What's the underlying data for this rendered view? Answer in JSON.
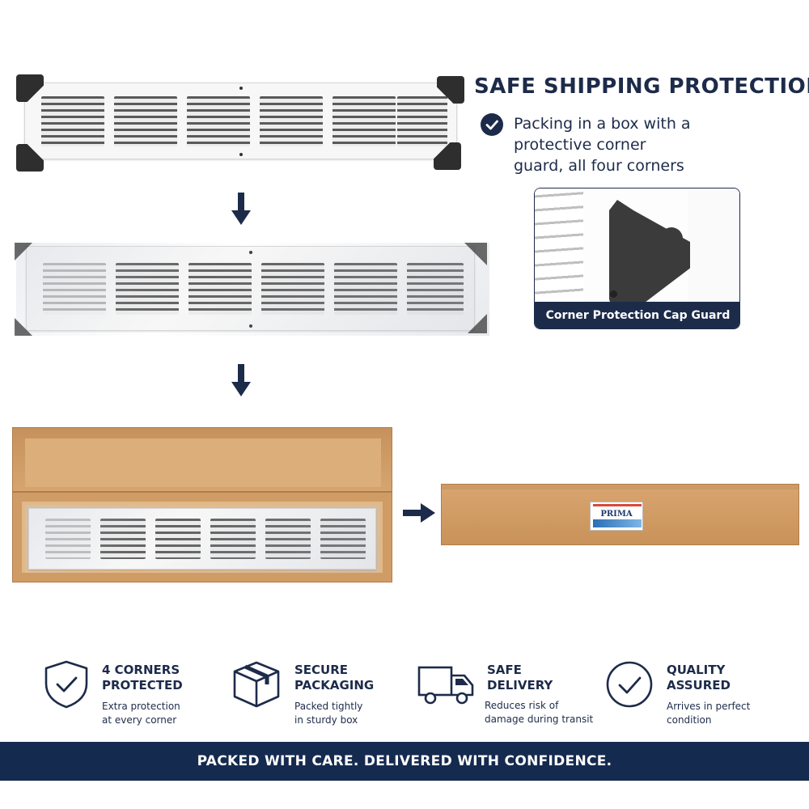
{
  "headline": "SAFE SHIPPING PROTECTION",
  "description_lines": [
    "Packing in a box with a",
    "protective corner",
    "guard, all four corners"
  ],
  "card_caption": "Corner Protection Cap Guard",
  "box_label": "PRIMA",
  "features": [
    {
      "icon": "shield-check-icon",
      "title_lines": [
        "4 CORNERS",
        "PROTECTED"
      ],
      "text_lines": [
        "Extra protection",
        "at every corner"
      ]
    },
    {
      "icon": "package-box-icon",
      "title_lines": [
        "SECURE",
        "PACKAGING"
      ],
      "text_lines": [
        "Packed tightly",
        "in sturdy box"
      ]
    },
    {
      "icon": "delivery-truck-icon",
      "title_lines": [
        "SAFE",
        "DELIVERY"
      ],
      "text_lines": [
        "Reduces risk of",
        "damage during transit"
      ]
    },
    {
      "icon": "circle-check-icon",
      "title_lines": [
        "QUALITY",
        "ASSURED"
      ],
      "text_lines": [
        "Arrives in perfect",
        "condition"
      ]
    }
  ],
  "footer": "PACKED WITH CARE. DELIVERED WITH CONFIDENCE.",
  "colors": {
    "navy": "#1d2b4a",
    "footer_bg": "#152a4f",
    "cardboard": "#d0a06a"
  }
}
